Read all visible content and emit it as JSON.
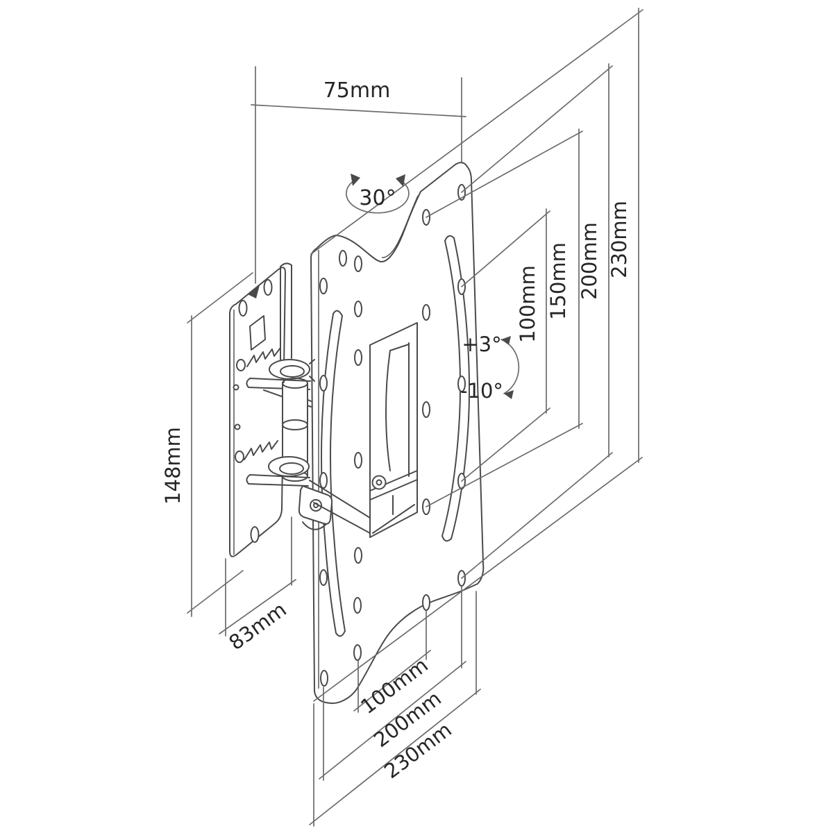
{
  "figure": {
    "kind": "technical-drawing",
    "subject": "Swivel TV wall mount bracket - dimensional diagram",
    "background_color": "#ffffff",
    "line_color": "#4a4a48",
    "dim_line_color": "#6b6b69",
    "text_color": "#262626"
  },
  "labels": {
    "depth": "75mm",
    "swivel_angle": "30°",
    "tilt_up": "+3°",
    "tilt_down": "-10°",
    "wall_plate_height": "148mm",
    "wall_plate_width": "83mm"
  },
  "vesa_heights": {
    "h100": "100mm",
    "h150": "150mm",
    "h200": "200mm",
    "h230": "230mm"
  },
  "vesa_widths": {
    "w100": "100mm",
    "w200": "200mm",
    "w230": "230mm"
  }
}
